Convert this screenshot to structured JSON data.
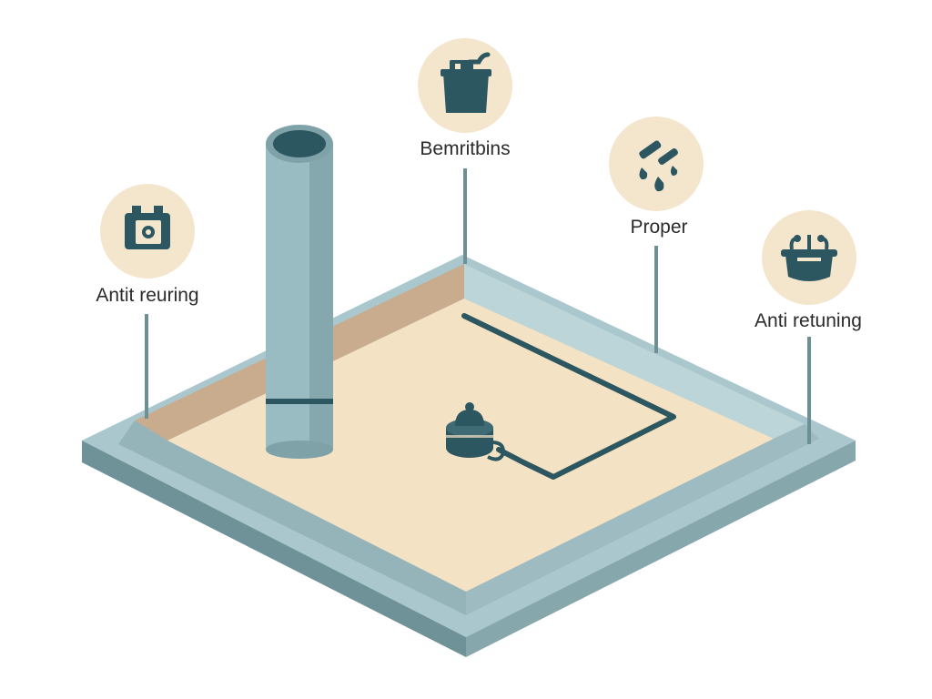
{
  "palette": {
    "frame_top": "#a9c7cc",
    "frame_left_face": "#6f9298",
    "frame_right_face": "#86a7ac",
    "inner_wall_left": "#c9ab8e",
    "inner_wall_right": "#bcd5d9",
    "floor": "#f4e2c5",
    "pipe": "#99bcc2",
    "pipe_shade": "#7ea2a8",
    "dark": "#2c5660",
    "badge_bg": "#f3e6cd",
    "leader": "#6d9095"
  },
  "callouts": [
    {
      "label": "Antit reuring",
      "icon": "battery-icon"
    },
    {
      "label": "Bemritbins",
      "icon": "bucket-icon"
    },
    {
      "label": "Proper",
      "icon": "drip-icon"
    },
    {
      "label": "Anti retuning",
      "icon": "cooking-pot-icon"
    }
  ],
  "floor_items": [
    {
      "icon": "sump-pump-icon"
    },
    {
      "icon": "drain-line"
    }
  ],
  "pipe": {
    "icon": "vent-pipe"
  }
}
